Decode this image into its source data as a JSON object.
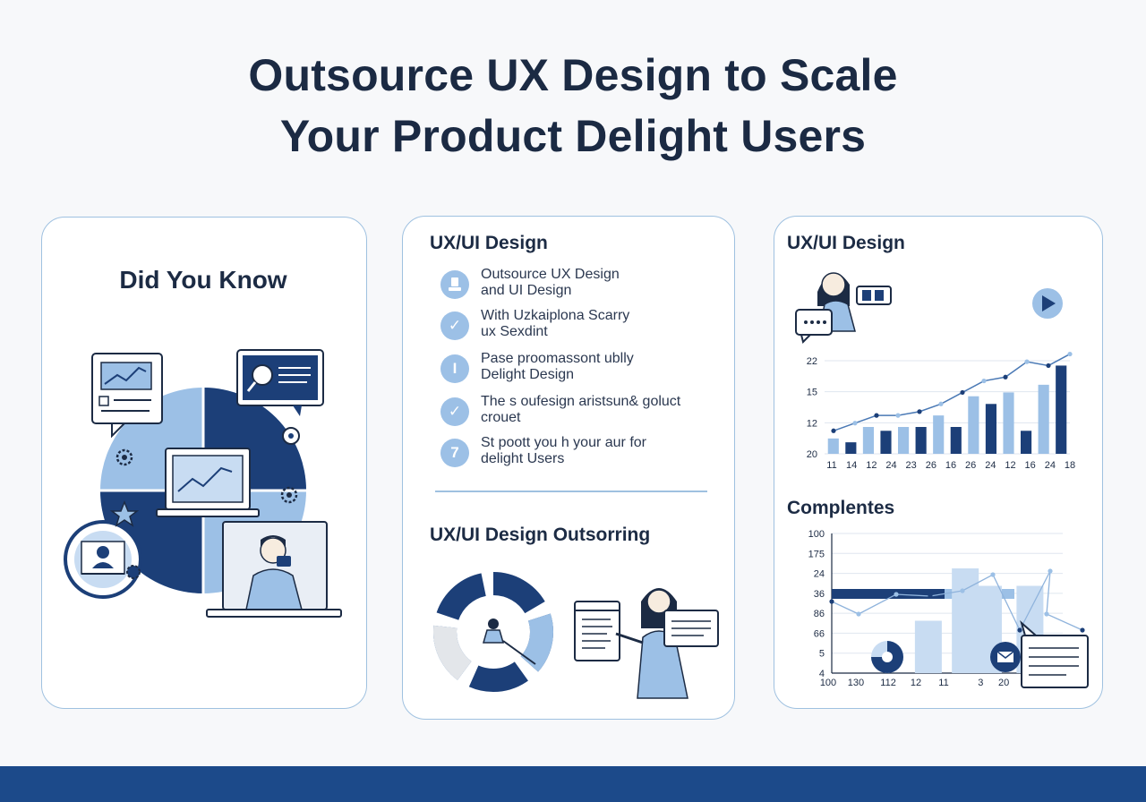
{
  "title": {
    "line1": "Outsource UX Design to Scale",
    "line2": "Your Product Delight Users"
  },
  "card1": {
    "heading": "Did You Know"
  },
  "card2": {
    "heading": "UX/UI Design",
    "items": [
      {
        "line1": "Outsource UX Design",
        "line2": "and UI Design",
        "icon": "pin-icon"
      },
      {
        "line1": "With Uzkaiplona Scarry",
        "line2": "ux Sexdint",
        "icon": "check-icon",
        "glyph": "✓"
      },
      {
        "line1": "Pase proomassont ublly",
        "line2": "Delight Design",
        "icon": "info-icon",
        "glyph": "I"
      },
      {
        "line1": "The s oufesign aristsun& goluct",
        "line2": "crouet",
        "icon": "check-icon",
        "glyph": "✓"
      },
      {
        "line1": "St poott you h your aur for",
        "line2": "delight Users",
        "icon": "number-icon",
        "glyph": "7"
      }
    ],
    "section2_heading": "UX/UI Design Outsorring"
  },
  "card3": {
    "heading": "UX/UI Design",
    "section2_heading": "Complentes"
  },
  "colors": {
    "navy": "#1c3f78",
    "light_blue": "#9cc0e6",
    "pale_blue": "#c8dcf2",
    "footer": "#1c4a8a"
  },
  "chart_data": [
    {
      "type": "bar",
      "y_tick_labels": [
        "22",
        "15",
        "12",
        "20"
      ],
      "categories": [
        "11",
        "14",
        "12",
        "24",
        "23",
        "26",
        "16",
        "26",
        "24",
        "12",
        "16",
        "24",
        "18"
      ],
      "values": [
        4,
        3,
        7,
        6,
        7,
        7,
        10,
        7,
        15,
        13,
        16,
        6,
        18,
        23
      ],
      "line_values": [
        6,
        8,
        10,
        10,
        11,
        13,
        16,
        19,
        20,
        24,
        23,
        26
      ],
      "grid": true
    },
    {
      "type": "bar",
      "y_tick_labels": [
        "100",
        "175",
        "24",
        "36",
        "86",
        "66",
        "5",
        "4"
      ],
      "categories": [
        "100",
        "130",
        "112",
        "12",
        "11",
        "3",
        "20"
      ],
      "values": [
        0,
        3,
        6,
        5,
        5
      ],
      "grid": true
    }
  ]
}
